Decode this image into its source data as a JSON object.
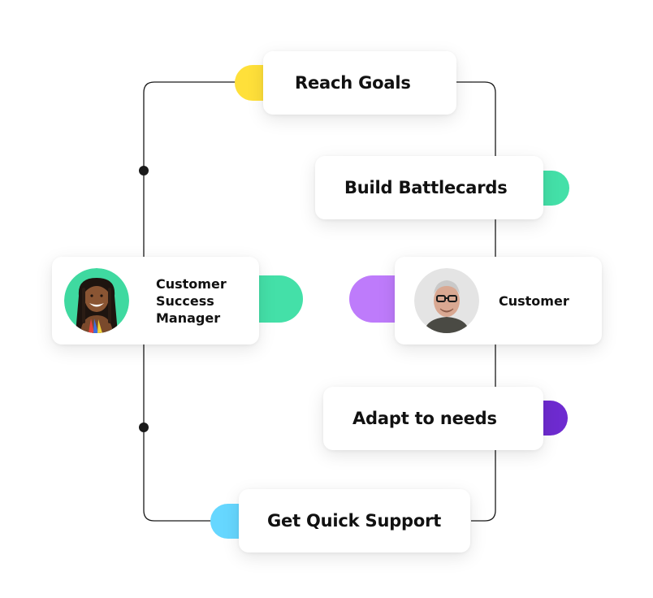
{
  "steps": {
    "reach_goals": "Reach Goals",
    "build_battlecards": "Build Battlecards",
    "adapt_to_needs": "Adapt to needs",
    "get_quick_support": "Get Quick Support"
  },
  "people": {
    "csm": {
      "line1": "Customer",
      "line2": "Success",
      "line3": "Manager"
    },
    "customer": {
      "label": "Customer"
    }
  },
  "colors": {
    "yellow": "#FFE03A",
    "green": "#44E0A8",
    "purple_light": "#BE7BFB",
    "purple_dark": "#6E2BD0",
    "blue": "#66D7FF",
    "line": "#1A1A1A"
  }
}
